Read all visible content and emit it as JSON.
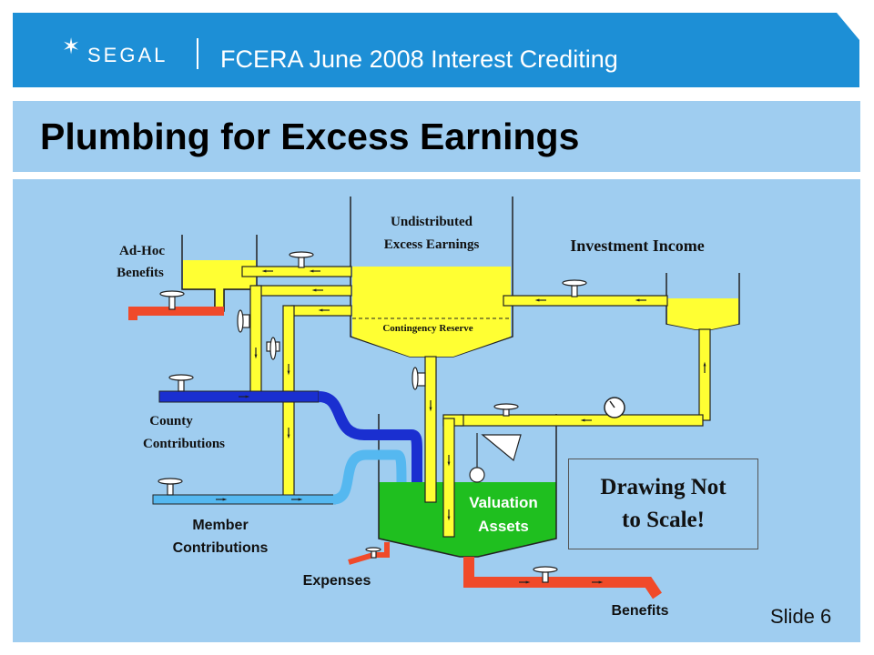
{
  "header": {
    "logo": "SEGAL",
    "title": "FCERA June 2008 Interest Crediting"
  },
  "page_title": "Plumbing for Excess Earnings",
  "diagram": {
    "labels": {
      "undistributed_1": "Undistributed",
      "undistributed_2": "Excess Earnings",
      "contingency_reserve": "Contingency Reserve",
      "investment_income": "Investment Income",
      "adhoc_1": "Ad-Hoc",
      "adhoc_2": "Benefits",
      "county_1": "County",
      "county_2": "Contributions",
      "member_1": "Member",
      "member_2": "Contributions",
      "expenses": "Expenses",
      "valuation_1": "Valuation",
      "valuation_2": "Assets",
      "benefits": "Benefits"
    },
    "note_line1": "Drawing Not",
    "note_line2": "to Scale!"
  },
  "slide_number": "Slide 6",
  "colors": {
    "header_blue": "#1d8fd6",
    "panel_blue": "#9fcdf0",
    "pipe_yellow": "#ffff33",
    "pipe_red": "#f04a2a",
    "pipe_darkblue": "#1a2fd0",
    "pipe_lightblue": "#55b8f0",
    "assets_green": "#1fbf1f"
  }
}
